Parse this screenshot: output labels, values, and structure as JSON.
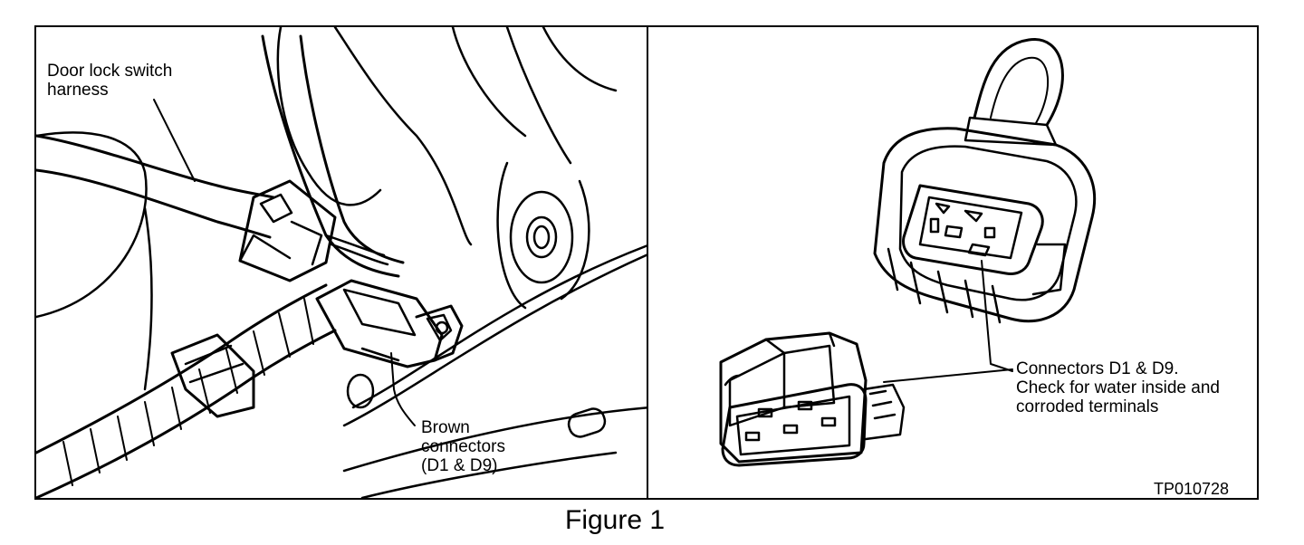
{
  "left_panel": {
    "harness_label": [
      "Door lock switch",
      "harness"
    ],
    "brown_label": [
      "Brown",
      "connectors",
      "(D1 & D9)"
    ]
  },
  "right_panel": {
    "connectors_label": [
      "Connectors D1 & D9.",
      "Check for water inside and",
      "corroded terminals"
    ],
    "figure_code": "TP010728"
  },
  "caption": "Figure 1"
}
